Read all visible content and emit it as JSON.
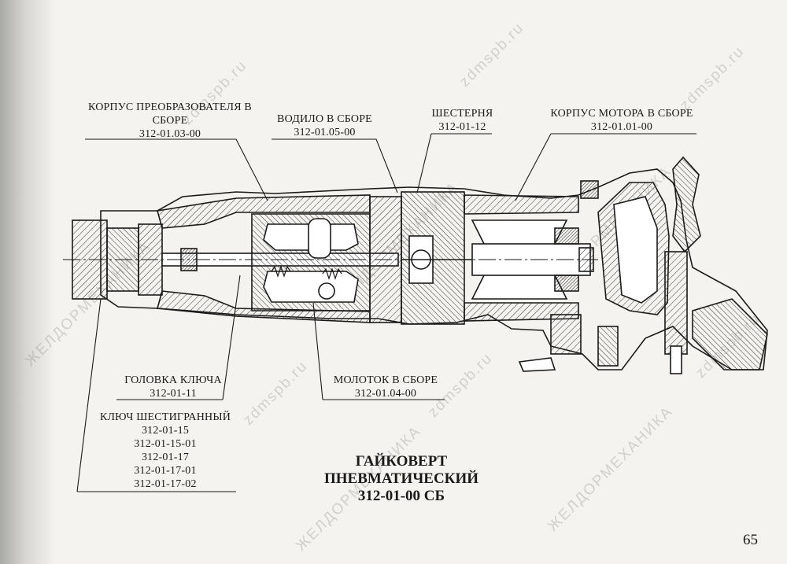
{
  "labels": {
    "converter_housing": {
      "name": "КОРПУС ПРЕОБРАЗОВАТЕЛЯ В СБОРЕ",
      "line1": "КОРПУС ПРЕОБРАЗОВАТЕЛЯ В",
      "line2": "СБОРЕ",
      "code": "312-01.03-00"
    },
    "carrier": {
      "name": "ВОДИЛО В СБОРЕ",
      "code": "312-01.05-00"
    },
    "gear": {
      "name": "ШЕСТЕРНЯ",
      "code": "312-01-12"
    },
    "motor_housing": {
      "name": "КОРПУС МОТОРА В СБОРЕ",
      "code": "312-01.01-00"
    },
    "wrench_head": {
      "name": "ГОЛОВКА КЛЮЧА",
      "code": "312-01-11"
    },
    "hammer": {
      "name": "МОЛОТОК В СБОРЕ",
      "code": "312-01.04-00"
    },
    "hex_key": {
      "name": "КЛЮЧ ШЕСТИГРАННЫЙ",
      "codes": [
        "312-01-15",
        "312-01-15-01",
        "312-01-17",
        "312-01-17-01",
        "312-01-17-02"
      ]
    }
  },
  "title": {
    "line1": "ГАЙКОВЕРТ",
    "line2": "ПНЕВМАТИЧЕСКИЙ",
    "line3": "312-01-00 СБ"
  },
  "page_number": "65",
  "watermarks": {
    "site": "zdmspb.ru",
    "brand": "ЖЕЛДОРМЕХАНИКА"
  }
}
